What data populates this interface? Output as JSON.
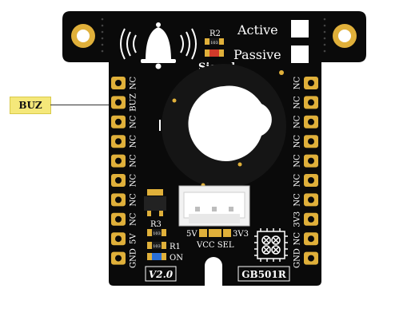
{
  "callout": {
    "label": "BUZ"
  },
  "board": {
    "model": "GB501R",
    "version": "V2.0",
    "mode_labels": {
      "active": "Active",
      "passive": "Passive"
    },
    "signal_label": "Signal",
    "r2_label": "R2",
    "r3_label": "R3",
    "r1_label": "R1",
    "on_label": "ON",
    "resistor_code": "103",
    "power_select": {
      "left": "5V",
      "right": "3V3",
      "caption": "VCC SEL"
    },
    "left_pins": [
      "NC",
      "BUZ",
      "NC",
      "NC",
      "NC",
      "NC",
      "NC",
      "NC",
      "5V",
      "GND"
    ],
    "right_pins": [
      "NC",
      "NC",
      "NC",
      "NC",
      "NC",
      "NC",
      "NC",
      "3V3",
      "NC",
      "GND"
    ]
  },
  "colors": {
    "pcb": "#0a0a0a",
    "gold": "#e0b03a",
    "callout_bg": "#f5e87a",
    "silk": "#ffffff",
    "led_blue": "#2a6fd6",
    "led_red": "#d23a2a"
  }
}
